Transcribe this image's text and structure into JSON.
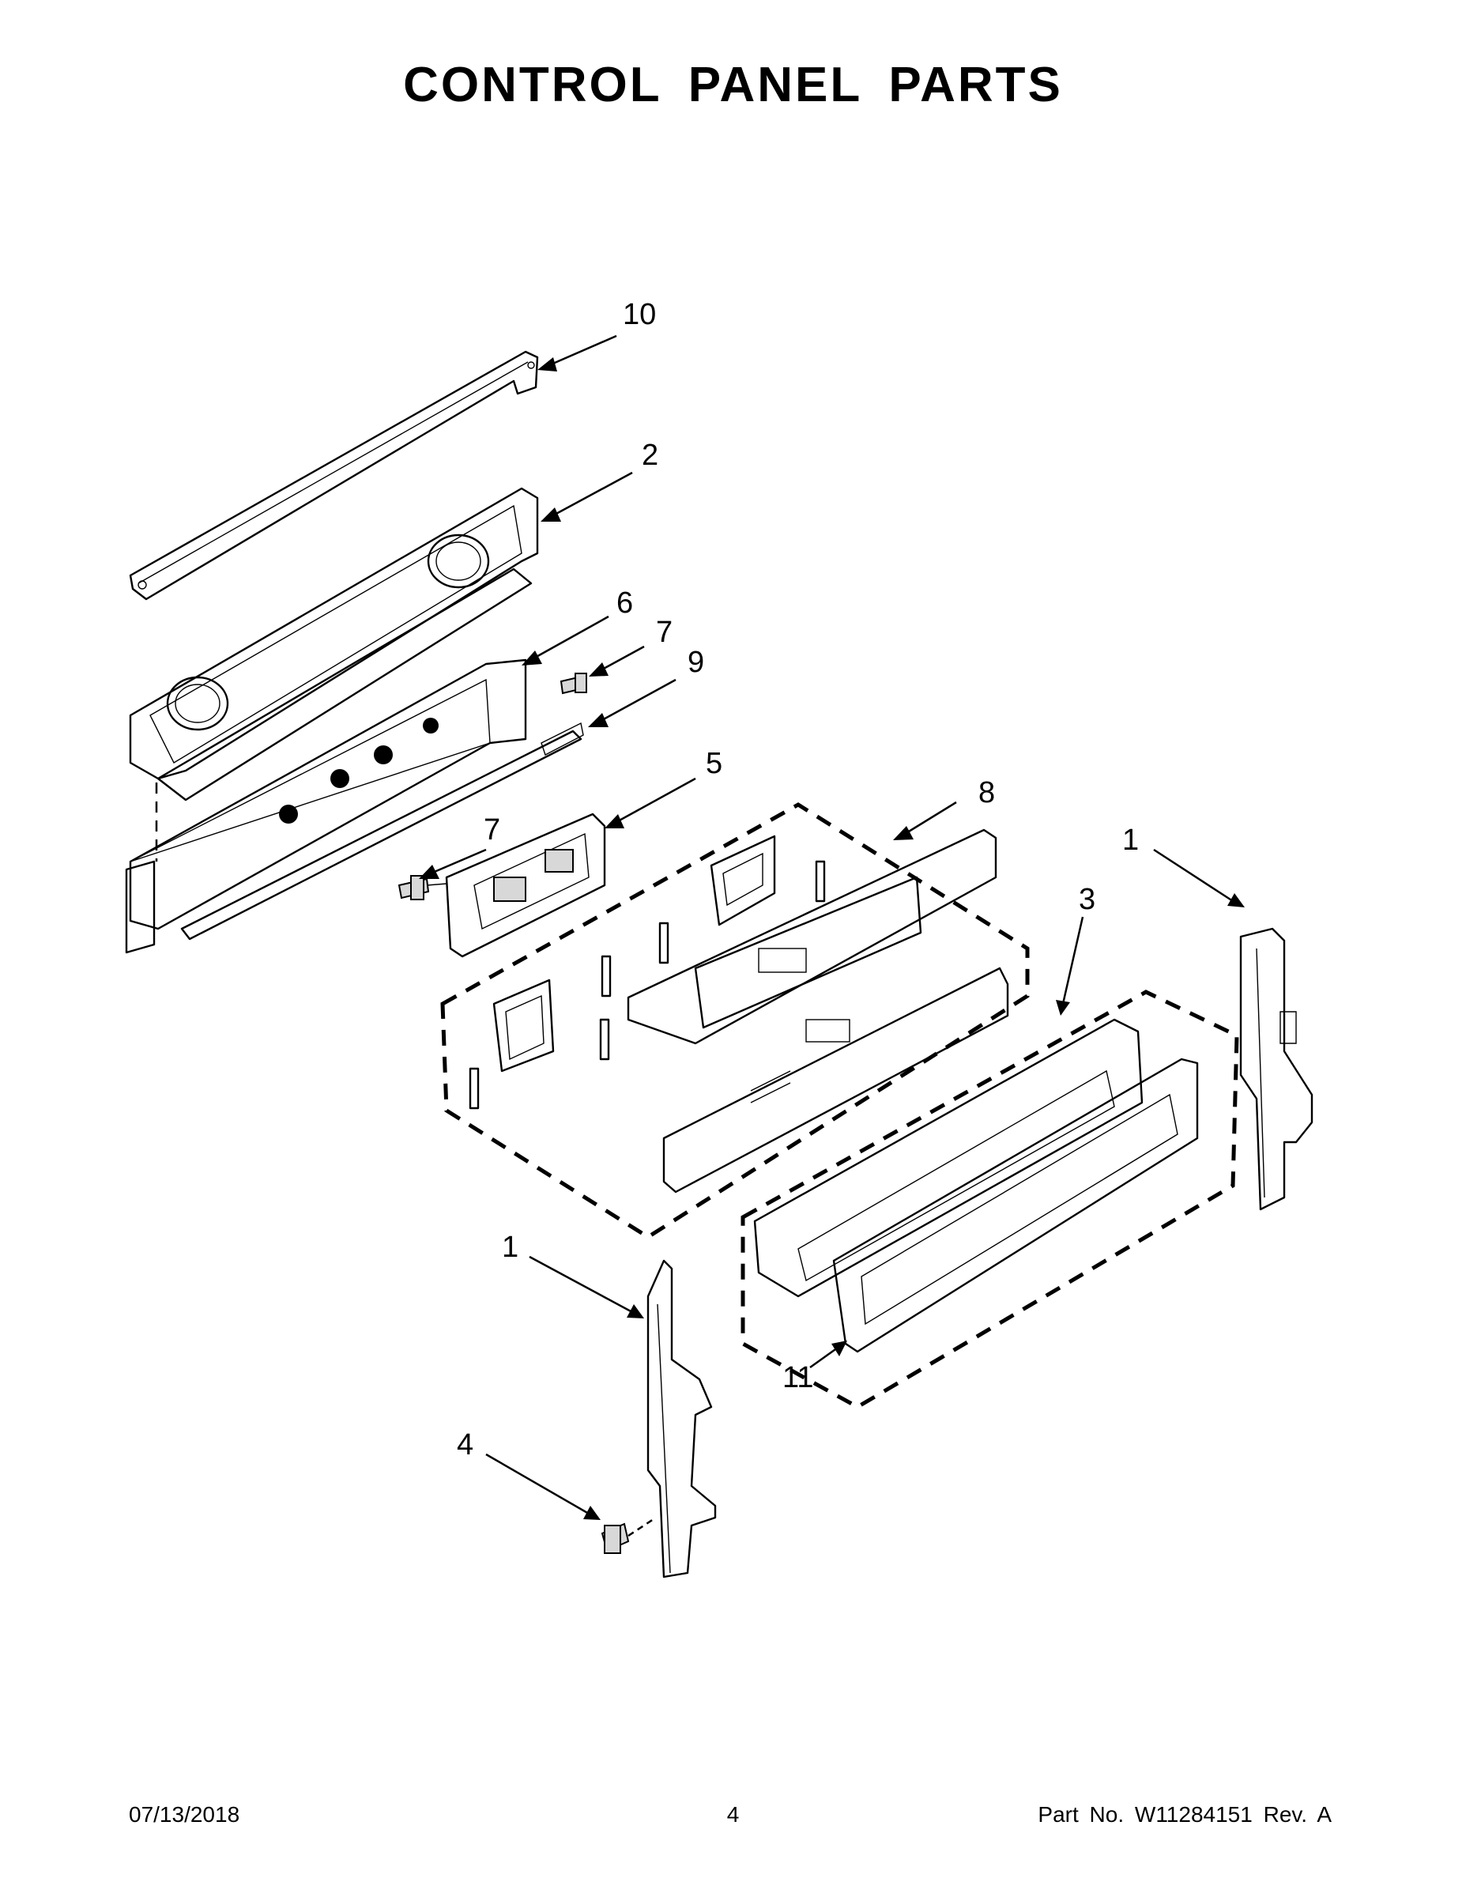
{
  "title": "CONTROL PANEL PARTS",
  "callouts": {
    "c10": "10",
    "c2": "2",
    "c6": "6",
    "c7a": "7",
    "c9": "9",
    "c5": "5",
    "c7b": "7",
    "c8": "8",
    "c1a": "1",
    "c3": "3",
    "c1b": "1",
    "c11": "11",
    "c4": "4"
  },
  "footer": {
    "date": "07/13/2018",
    "page": "4",
    "part": "Part No.  W11284151  Rev.  A"
  }
}
